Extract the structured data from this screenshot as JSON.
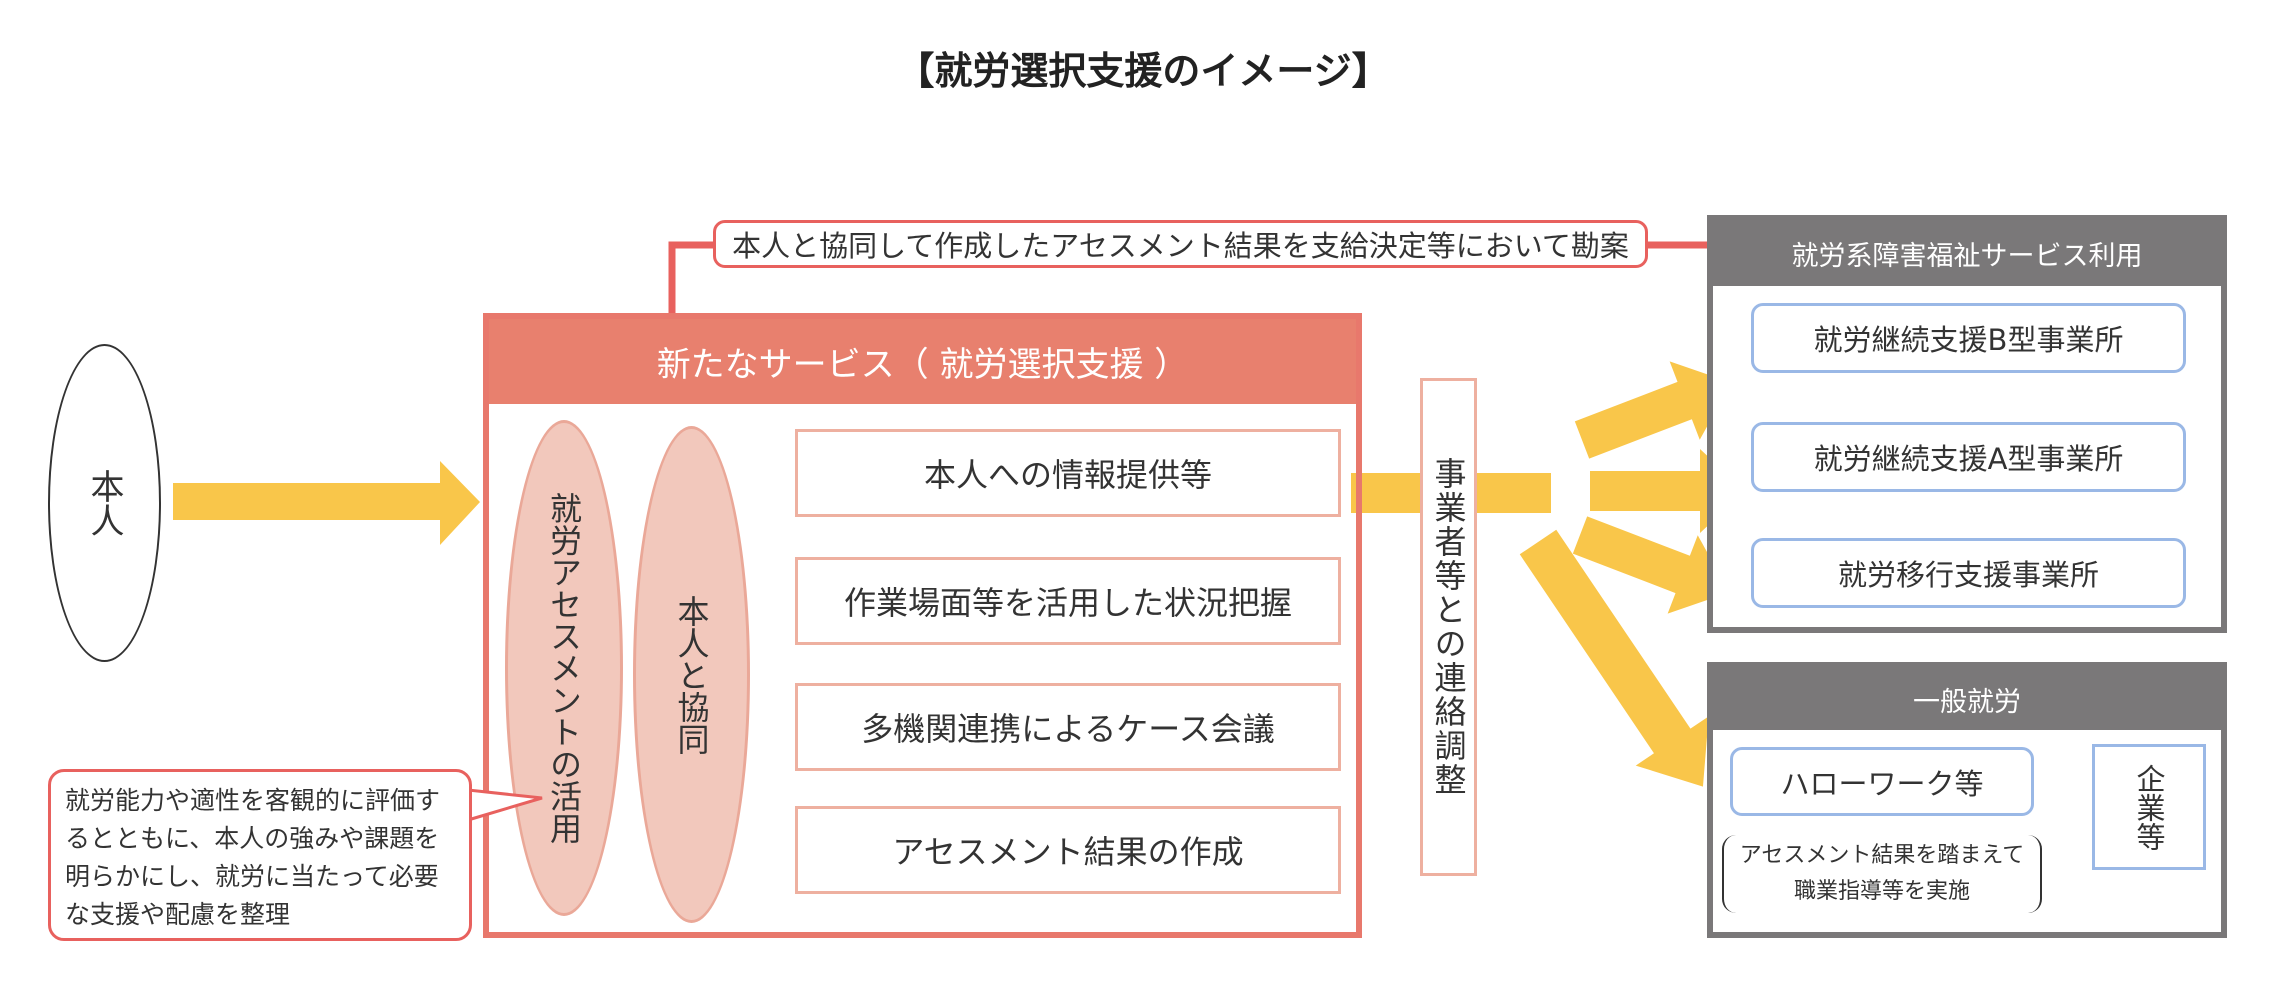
{
  "title": "【就労選択支援のイメージ】",
  "person": "本人",
  "main_box": {
    "header": "新たなサービス（ 就労選択支援 ）",
    "oval_assessment": "就労アセスメントの活用",
    "oval_cooperation": "本人と協同",
    "tasks": [
      "本人への情報提供等",
      "作業場面等を活用した状況把握",
      "多機関連携によるケース会議",
      "アセスメント結果の作成"
    ]
  },
  "callout": "就労能力や適性を客観的に評価するとともに、本人の強みや課題を明らかにし、就労に当たって必要な支援や配慮を整理",
  "note": "本人と協同して作成したアセスメント結果を支給決定等において勘案",
  "liaison": "事業者等との連絡調整",
  "welfare_services": {
    "header": "就労系障害福祉サービス利用",
    "items": [
      "就労継続支援B型事業所",
      "就労継続支援A型事業所",
      "就労移行支援事業所"
    ]
  },
  "general_employment": {
    "header": "一般就労",
    "hello_work": "ハローワーク等",
    "guidance": "アセスメント結果を踏まえて職業指導等を実施",
    "company": "企業等"
  },
  "colors": {
    "arrow": "#f9c64a",
    "red": "#e8615e",
    "salmon": "#e8806e",
    "gray": "#7a7879",
    "blue": "#9ab8e6"
  }
}
